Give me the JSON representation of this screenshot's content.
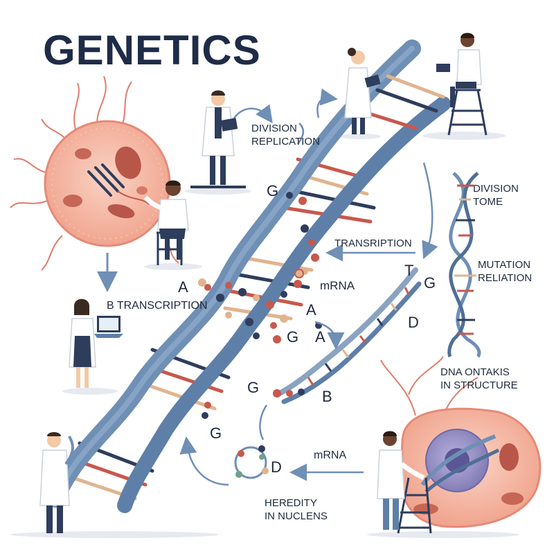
{
  "title": "GENETICS",
  "captions": {
    "division_replication": [
      "DIVISION",
      "REPLICATION"
    ],
    "division_tome": [
      "DIVISION",
      "TOME"
    ],
    "transription": "TRANSRIPTION",
    "mrna_mid": "mRNA",
    "b_transcription": "B TRANSCRIPTION",
    "mutation_reliation": [
      "MUTATION",
      "RELIATION"
    ],
    "dna_ontakis": [
      "DNA ONTAKIS",
      "IN STRUCTURE"
    ],
    "mrna_right": "mRNA",
    "heredity": [
      "HEREDITY",
      "IN NUCLENS"
    ]
  },
  "bases": {
    "g1": "G",
    "a1": "A",
    "a2": "A",
    "g2": "G",
    "a3": "A",
    "t1": "T",
    "g3": "G",
    "d1": "D",
    "g4": "G",
    "b1": "B",
    "g5": "G",
    "d2": "D"
  },
  "colors": {
    "title": "#1f2c48",
    "helix_backbone": "#6f8fb5",
    "helix_shade": "#4f6f96",
    "rung_red": "#c8584c",
    "rung_tan": "#e0b48f",
    "rung_navy": "#2e3d5c",
    "cell_fill": "#f4b7a3",
    "cell_edge": "#e07d6b",
    "nucleus_purple": "#8b86bf",
    "coat": "#ffffff",
    "skin_light": "#f3c9a6",
    "skin_dark": "#6b4330"
  }
}
